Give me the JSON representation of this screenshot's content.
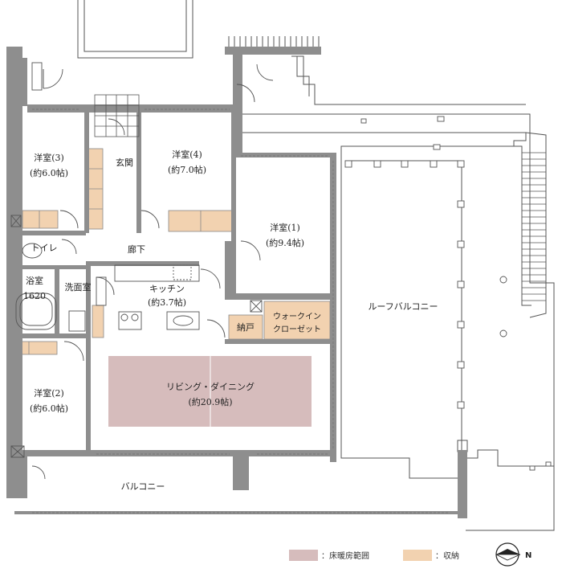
{
  "colors": {
    "floor_heating": "#d6bcbc",
    "storage": "#f2d2b0",
    "wall": "#8e8e8e"
  },
  "rooms": {
    "western3_name": "洋室(3)",
    "western3_size": "(約6.0帖)",
    "western4_name": "洋室(4)",
    "western4_size": "(約7.0帖)",
    "western1_name": "洋室(1)",
    "western1_size": "(約9.4帖)",
    "western2_name": "洋室(2)",
    "western2_size": "(約6.0帖)",
    "entrance": "玄関",
    "corridor": "廊下",
    "toilet": "トイレ",
    "bath_name": "浴室",
    "bath_size": "1620",
    "washroom": "洗面室",
    "kitchen_name": "キッチン",
    "kitchen_size": "(約3.7帖)",
    "closet": "納戸",
    "walkin_1": "ウォークイン",
    "walkin_2": "クローゼット",
    "living_name": "リビング・ダイニング",
    "living_size": "(約20.9帖)",
    "roof_balcony": "ルーフバルコニー",
    "balcony": "バルコニー"
  },
  "legend": {
    "floor_heating_label": "：床暖房範囲",
    "storage_label": "：収納"
  },
  "compass": {
    "label": "N"
  }
}
